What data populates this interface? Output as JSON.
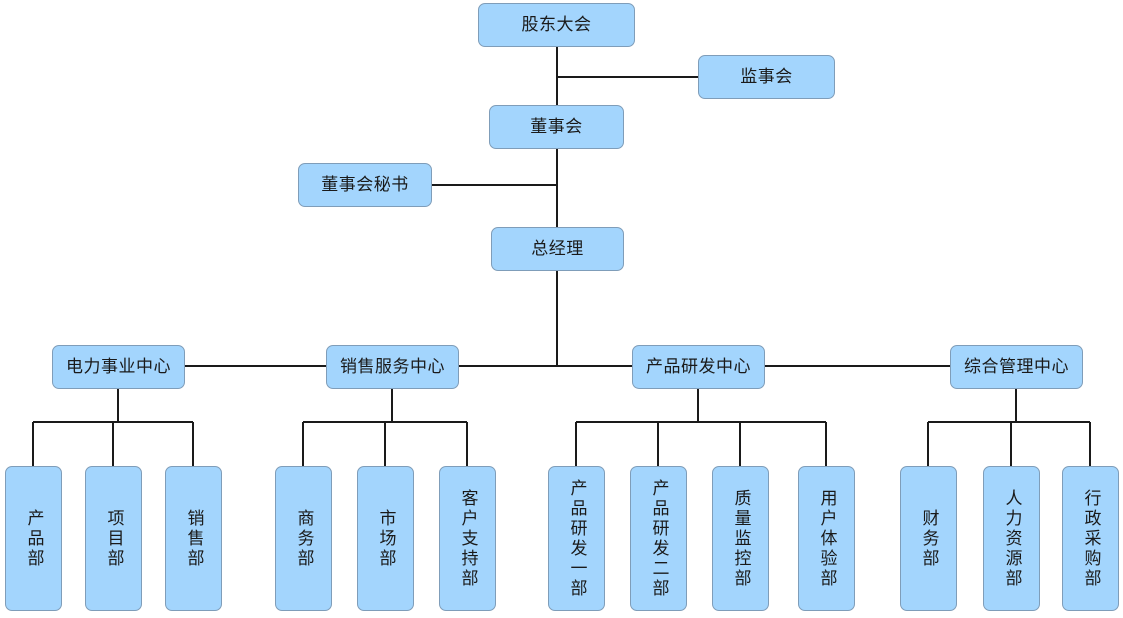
{
  "chart_data": {
    "type": "diagram",
    "diagram_kind": "organization-chart",
    "title": "",
    "orientation": "top-down",
    "style": {
      "node_fill": "#a3d5fd",
      "node_border": "#7f9db9",
      "edge_color": "#1a1a1a",
      "background": "#ffffff",
      "text_color": "#1a1a1a"
    },
    "levels": [
      [
        "股东大会"
      ],
      [
        "监事会",
        "董事会"
      ],
      [
        "董事会秘书"
      ],
      [
        "总经理"
      ],
      [
        "电力事业中心",
        "销售服务中心",
        "产品研发中心",
        "综合管理中心"
      ],
      [
        "产品部",
        "项目部",
        "销售部",
        "商务部",
        "市场部",
        "客户支持部",
        "产品研发一部",
        "产品研发二部",
        "质量监控部",
        "用户体验部",
        "财务部",
        "人力资源部",
        "行政采购部"
      ]
    ],
    "edges": [
      {
        "from": "股东大会",
        "to": "董事会"
      },
      {
        "from": "股东大会",
        "to": "监事会"
      },
      {
        "from": "董事会",
        "to": "总经理"
      },
      {
        "from": "董事会",
        "to": "董事会秘书"
      },
      {
        "from": "总经理",
        "to": "电力事业中心"
      },
      {
        "from": "总经理",
        "to": "销售服务中心"
      },
      {
        "from": "总经理",
        "to": "产品研发中心"
      },
      {
        "from": "总经理",
        "to": "综合管理中心"
      },
      {
        "from": "电力事业中心",
        "to": "产品部"
      },
      {
        "from": "电力事业中心",
        "to": "项目部"
      },
      {
        "from": "电力事业中心",
        "to": "销售部"
      },
      {
        "from": "销售服务中心",
        "to": "商务部"
      },
      {
        "from": "销售服务中心",
        "to": "市场部"
      },
      {
        "from": "销售服务中心",
        "to": "客户支持部"
      },
      {
        "from": "产品研发中心",
        "to": "产品研发一部"
      },
      {
        "from": "产品研发中心",
        "to": "产品研发二部"
      },
      {
        "from": "产品研发中心",
        "to": "质量监控部"
      },
      {
        "from": "产品研发中心",
        "to": "用户体验部"
      },
      {
        "from": "综合管理中心",
        "to": "财务部"
      },
      {
        "from": "综合管理中心",
        "to": "人力资源部"
      },
      {
        "from": "综合管理中心",
        "to": "行政采购部"
      }
    ]
  },
  "nodes": {
    "shareholders_meeting": "股东大会",
    "supervisory_board": "监事会",
    "board_of_directors": "董事会",
    "board_secretary": "董事会秘书",
    "general_manager": "总经理",
    "center_power": "电力事业中心",
    "center_sales": "销售服务中心",
    "center_rnd": "产品研发中心",
    "center_admin": "综合管理中心",
    "dept_product": "产品部",
    "dept_project": "项目部",
    "dept_sales": "销售部",
    "dept_business": "商务部",
    "dept_market": "市场部",
    "dept_customer_support": "客户支持部",
    "dept_rnd_one": "产品研发一部",
    "dept_rnd_two": "产品研发二部",
    "dept_quality": "质量监控部",
    "dept_user_experience": "用户体验部",
    "dept_finance": "财务部",
    "dept_hr": "人力资源部",
    "dept_procurement": "行政采购部"
  }
}
